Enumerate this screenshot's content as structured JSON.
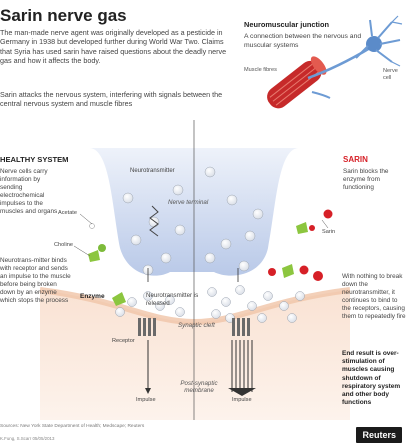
{
  "title": "Sarin nerve gas",
  "intro": "The man-made nerve agent was originally developed as a pesticide in Germany in 1938 but developed further during World War Two. Claims that Syria has used sarin have raised questions about the deadly nerve gas and how it affects the body.",
  "intro2": "Sarin attacks the nervous system, interfering with signals between the central nervous system and muscle fibres",
  "nmj": {
    "title": "Neuromuscular junction",
    "description": "A connection between the nervous and muscular systems",
    "muscle_label": "Muscle fibres",
    "nerve_label": "Nerve cell"
  },
  "healthy": {
    "heading": "HEALTHY SYSTEM",
    "desc": "Nerve cells carry information by sending electrochemical impulses to the muscles and organs",
    "acetate": "Acetate",
    "choline": "Choline",
    "enzyme": "Enzyme",
    "binding_desc": "Neurotrans-mitter binds with receptor and sends an impulse to the muscle before being broken down by an enzyme which stops the process",
    "receptor": "Receptor",
    "impulse": "Impulse"
  },
  "center": {
    "neurotransmitter": "Neurotransmitter",
    "nerve_terminal": "Nerve terminal",
    "release": "Neurotransmitter is released",
    "cleft": "Synaptic cleft",
    "postsynaptic": "Post-synaptic membrane"
  },
  "sarin": {
    "heading": "SARIN",
    "desc": "Sarin blocks the enzyme from functioning",
    "label": "Sarin",
    "effect": "With nothing to break down the neurotransmitter, it continues to bind to the receptors, causing them to repeatedly fire",
    "result": "End result is over-stimulation of muscles causing shutdown of respiratory system and other body functions",
    "impulse": "Impulse"
  },
  "footer": {
    "sources": "Sources: New York State Department of Health; Medscape; Reuters",
    "credit": "K.Fung, S.Scarr 05/05/2013",
    "brand": "Reuters"
  },
  "colors": {
    "sarin_red": "#d62027",
    "terminal_blue": "#c9d6ee",
    "membrane_peach": "#f7d9c6",
    "enzyme_green": "#8cc63f",
    "muscle_red": "#c62a2a",
    "neuron_blue": "#5b8bc9"
  }
}
